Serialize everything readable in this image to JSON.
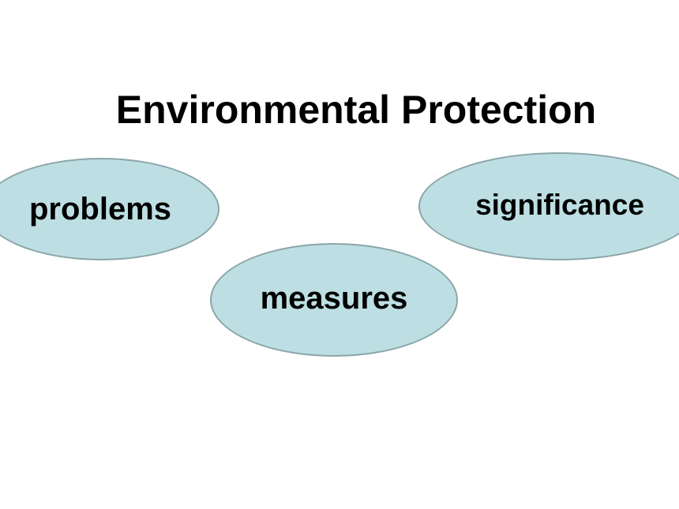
{
  "slide": {
    "title": "Environmental Protection",
    "bubbles": [
      {
        "id": "problems",
        "label": "problems"
      },
      {
        "id": "significance",
        "label": "significance"
      },
      {
        "id": "measures",
        "label": "measures"
      }
    ]
  },
  "colors": {
    "background": "#ffffff",
    "bubble_fill": "#bddfe3",
    "bubble_border": "#8aa5a8",
    "text": "#000000"
  }
}
